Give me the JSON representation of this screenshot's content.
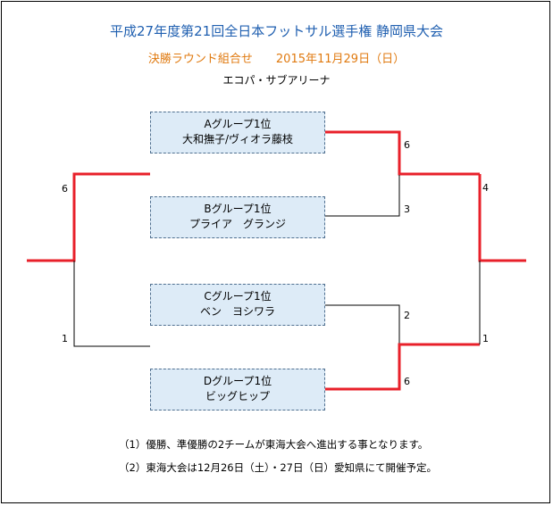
{
  "header": {
    "title": "平成27年度第21回全日本フットサル選手権 静岡県大会",
    "subtitle": "決勝ラウンド組合せ　　2015年11月29日（日）",
    "venue": "エコパ・サブアリーナ"
  },
  "teams": [
    {
      "group": "Aグループ1位",
      "name": "大和撫子/ヴィオラ藤枝"
    },
    {
      "group": "Bグループ1位",
      "name": "プライア　グランジ"
    },
    {
      "group": "Cグループ1位",
      "name": "ベン　ヨシワラ"
    },
    {
      "group": "Dグループ1位",
      "name": "ビッグヒップ"
    }
  ],
  "scores": {
    "semi1_top": "6",
    "semi1_bottom": "3",
    "semi2_top": "2",
    "semi2_bottom": "6",
    "final_left_top": "6",
    "final_left_bottom": "1",
    "final_right_top": "4",
    "final_right_bottom": "1"
  },
  "notes": [
    "（1）優勝、準優勝の2チームが東海大会へ進出する事となります。",
    "（2）東海大会は12月26日（土）・27日（日）愛知県にて開催予定。"
  ],
  "colors": {
    "winner_line": "#e8202a",
    "loser_line": "#000000",
    "title": "#1f5fb0",
    "subtitle": "#e07a10",
    "box_fill": "#ddebf7"
  }
}
